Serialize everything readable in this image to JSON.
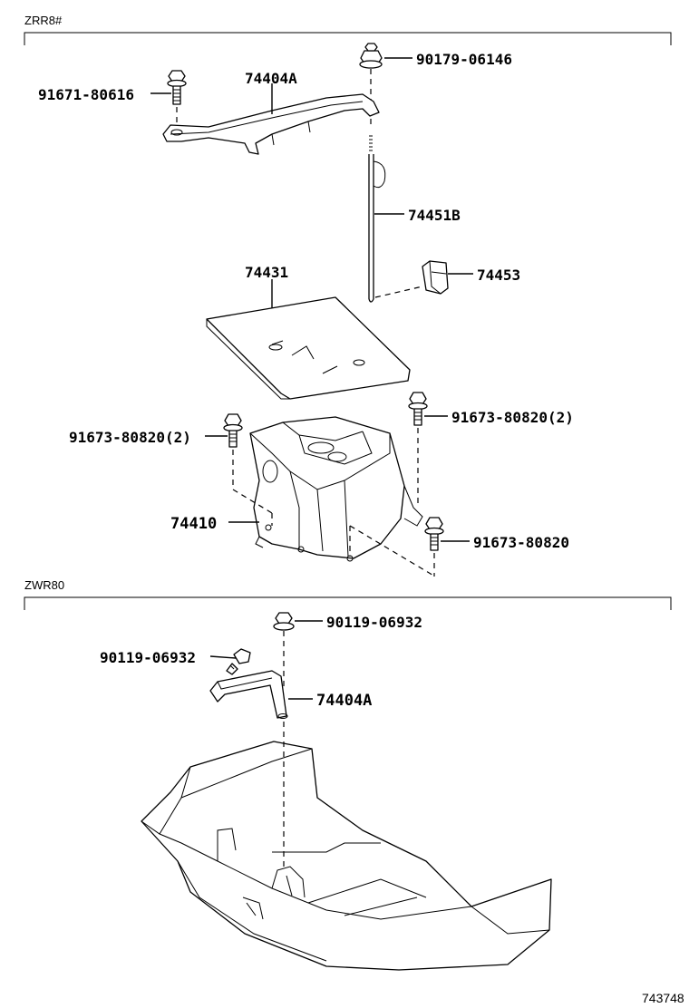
{
  "sections": [
    {
      "model": "ZRR8#"
    },
    {
      "model": "ZWR80"
    }
  ],
  "callouts": {
    "c1": "90179-06146",
    "c2": "74404A",
    "c3": "91671-80616",
    "c4": "74451B",
    "c5": "74431",
    "c6": "74453",
    "c7": "91673-80820(2)",
    "c8": "91673-80820(2)",
    "c9": "74410",
    "c10": "91673-80820",
    "c11": "90119-06932",
    "c12": "90119-06932",
    "c13": "74404A"
  },
  "footer": {
    "diagram_id": "743748"
  },
  "icons": [
    "bolt-icon",
    "flange-bolt-icon",
    "hold-down-clamp-icon",
    "battery-tray-icon",
    "battery-rod-icon",
    "clip-icon",
    "battery-insulator-icon",
    "battery-carrier-icon",
    "battery-cover-icon"
  ]
}
